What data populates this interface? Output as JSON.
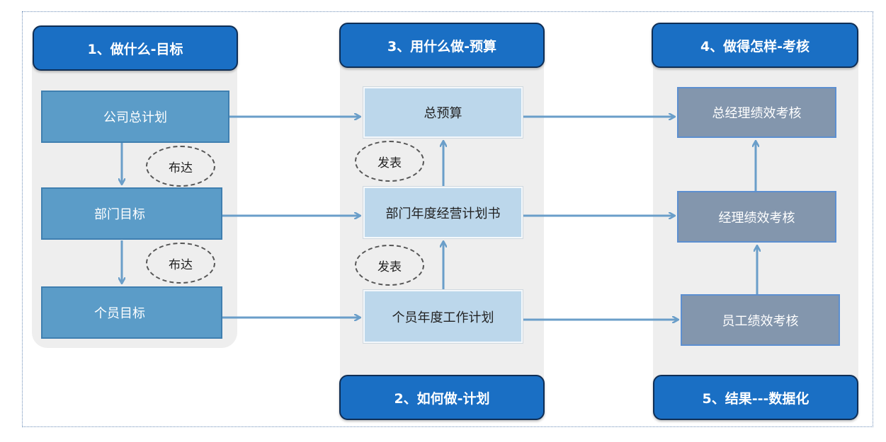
{
  "headers": {
    "goal": "1、做什么-目标",
    "plan": "2、如何做-计划",
    "budget": "3、用什么做-预算",
    "assessment": "4、做得怎样-考核",
    "result": "5、结果---数据化"
  },
  "goals": {
    "company": "公司总计划",
    "department": "部门目标",
    "individual": "个员目标",
    "deliver_1": "布达",
    "deliver_2": "布达"
  },
  "plans": {
    "total_budget": "总预算",
    "dept_plan": "部门年度经营计划书",
    "individual_plan": "个员年度工作计划",
    "publish_1": "发表",
    "publish_2": "发表"
  },
  "assessments": {
    "gm": "总经理绩效考核",
    "manager": "经理绩效考核",
    "employee": "员工绩效考核"
  },
  "colors": {
    "header_fill": "#1a6fc4",
    "goal_box": "#5b9cc8",
    "plan_box": "#bcd7eb",
    "assessment_box": "#8396ad",
    "arrow": "#6a9ec9"
  }
}
